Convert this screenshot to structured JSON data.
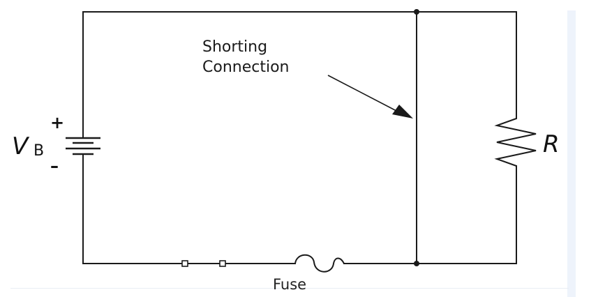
{
  "diagram": {
    "callout_lines": [
      "Shorting",
      "Connection"
    ],
    "battery": {
      "symbol": "V",
      "subscript": "B",
      "positive": "+",
      "negative": "–"
    },
    "resistor_label": "R",
    "fuse_label": "Fuse"
  },
  "colors": {
    "wire": "#1a1a1a",
    "background": "#ffffff",
    "right_strip": "#eef3fb"
  }
}
